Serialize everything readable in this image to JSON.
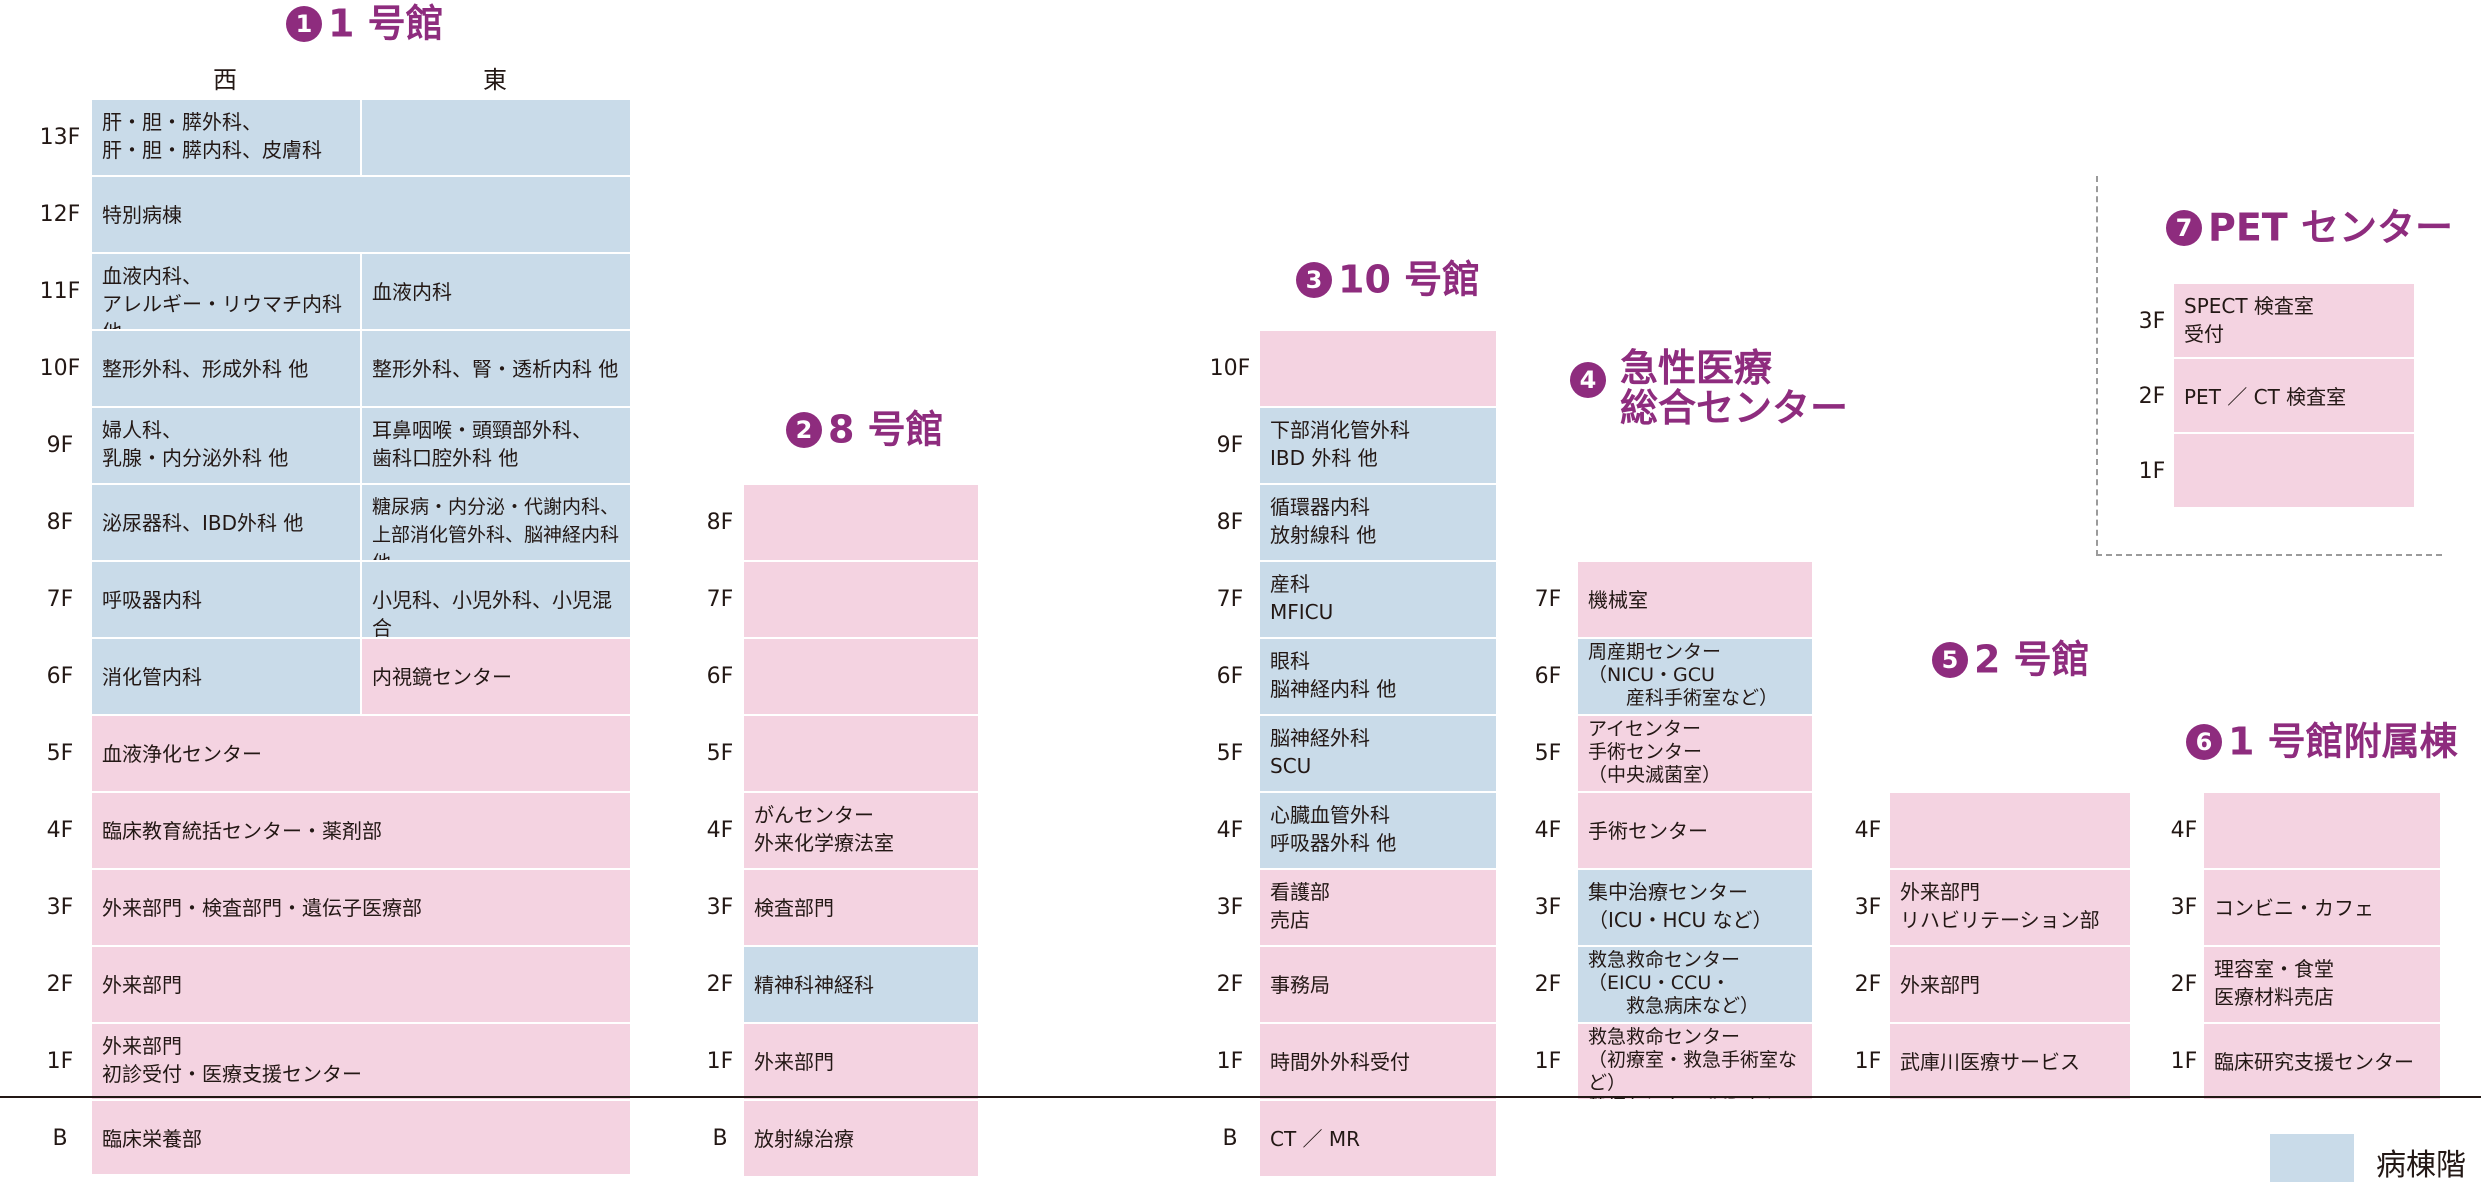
{
  "colors": {
    "accent": "#8e2c7e",
    "ward": "#c9dbe9",
    "other": "#f4d3e1"
  },
  "b1": {
    "num": "1",
    "title": "1 号館",
    "west": "西",
    "east": "東",
    "floors": [
      "13F",
      "12F",
      "11F",
      "10F",
      "9F",
      "8F",
      "7F",
      "6F",
      "5F",
      "4F",
      "3F",
      "2F",
      "1F",
      "B"
    ],
    "cells": {
      "13w": "肝・胆・膵外科、\n肝・胆・膵内科、皮膚科",
      "12": "特別病棟",
      "11w": "血液内科、\nアレルギー・リウマチ内科 他",
      "11e": "血液内科",
      "10w": "整形外科、形成外科 他",
      "10e": "整形外科、腎・透析内科 他",
      "9w": "婦人科、\n乳腺・内分泌外科 他",
      "9e": "耳鼻咽喉・頭頸部外科、\n歯科口腔外科 他",
      "8w": "泌尿器科、IBD外科 他",
      "8e": "糖尿病・内分泌・代謝内科、\n上部消化管外科、脳神経内科 他",
      "7w": "呼吸器内科",
      "7e": "小児科、小児外科、小児混合",
      "6w": "消化管内科",
      "6e": "内視鏡センター",
      "5": "血液浄化センター",
      "4": "臨床教育統括センター・薬剤部",
      "3": "外来部門・検査部門・遺伝子医療部",
      "2": "外来部門",
      "1": "外来部門\n初診受付・医療支援センター",
      "B": "臨床栄養部"
    }
  },
  "b2": {
    "num": "2",
    "title": "8 号館",
    "floors": [
      "8F",
      "7F",
      "6F",
      "5F",
      "4F",
      "3F",
      "2F",
      "1F",
      "B"
    ],
    "cells": [
      "",
      "",
      "",
      "",
      "がんセンター\n外来化学療法室",
      "検査部門",
      "精神科神経科",
      "外来部門",
      "放射線治療"
    ]
  },
  "b3": {
    "num": "3",
    "title": "10 号館",
    "floors": [
      "10F",
      "9F",
      "8F",
      "7F",
      "6F",
      "5F",
      "4F",
      "3F",
      "2F",
      "1F",
      "B"
    ],
    "cells": [
      "",
      "下部消化管外科\nIBD 外科 他",
      "循環器内科\n放射線科 他",
      "産科\nMFICU",
      "眼科\n脳神経内科 他",
      "脳神経外科\nSCU",
      "心臓血管外科\n呼吸器外科 他",
      "看護部\n売店",
      "事務局",
      "時間外外科受付",
      "CT ／ MR"
    ]
  },
  "b4": {
    "num": "4",
    "title_line1": "急性医療",
    "title_line2": "総合センター",
    "floors": [
      "7F",
      "6F",
      "5F",
      "4F",
      "3F",
      "2F",
      "1F"
    ],
    "cells": [
      "機械室",
      "周産期センター\n（NICU・GCU\n　　産科手術室など）",
      "アイセンター\n手術センター\n（中央滅菌室）",
      "手術センター",
      "集中治療センター\n（ICU・HCU など）",
      "救急救命センター\n（EICU・CCU・\n　　救急病床など）",
      "救急救命センター\n（初療室・救急手術室など）\n熱傷センター IVR センター"
    ]
  },
  "b5": {
    "num": "5",
    "title": "2 号館",
    "floors": [
      "4F",
      "3F",
      "2F",
      "1F"
    ],
    "cells": [
      "",
      "外来部門\nリハビリテーション部",
      "外来部門",
      "武庫川医療サービス"
    ]
  },
  "b6": {
    "num": "6",
    "title": "1 号館附属棟",
    "floors": [
      "4F",
      "3F",
      "2F",
      "1F"
    ],
    "cells": [
      "",
      "コンビニ・カフェ",
      "理容室・食堂\n医療材料売店",
      "臨床研究支援センター"
    ]
  },
  "b7": {
    "num": "7",
    "title": "PET センター",
    "floors": [
      "3F",
      "2F",
      "1F"
    ],
    "cells": [
      "SPECT 検査室\n受付",
      "PET ／ CT 検査室",
      ""
    ]
  },
  "legend": {
    "label": "病棟階"
  }
}
